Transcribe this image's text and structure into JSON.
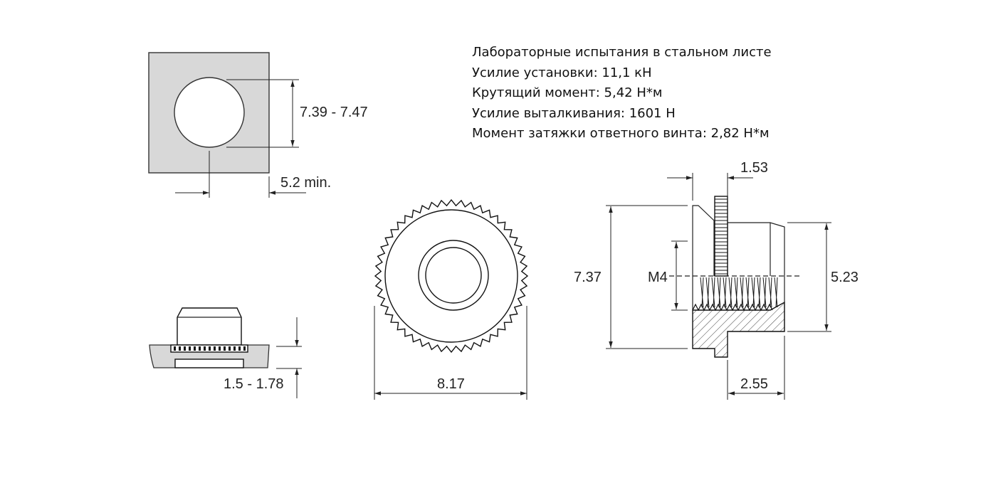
{
  "test_info": {
    "lines": [
      "Лабораторные испытания в стальном листе",
      "Усилие установки: 11,1 кН",
      "Крутящий момент: 5,42 Н*м",
      "Усилие выталкивания: 1601 Н",
      "Момент затяжки ответного винта: 2,82 Н*м"
    ]
  },
  "dimensions": {
    "hole_diameter": "7.39 - 7.47",
    "edge_distance": "5.2 min.",
    "sheet_thickness": "1.5 - 1.78",
    "flange_diameter": "8.17",
    "shank_height": "1.53",
    "overall_diameter": "7.37",
    "thread": "M4",
    "body_diameter": "5.23",
    "body_length": "2.55"
  },
  "colors": {
    "sheet_fill": "#d8d8d8",
    "line": "#222222"
  }
}
